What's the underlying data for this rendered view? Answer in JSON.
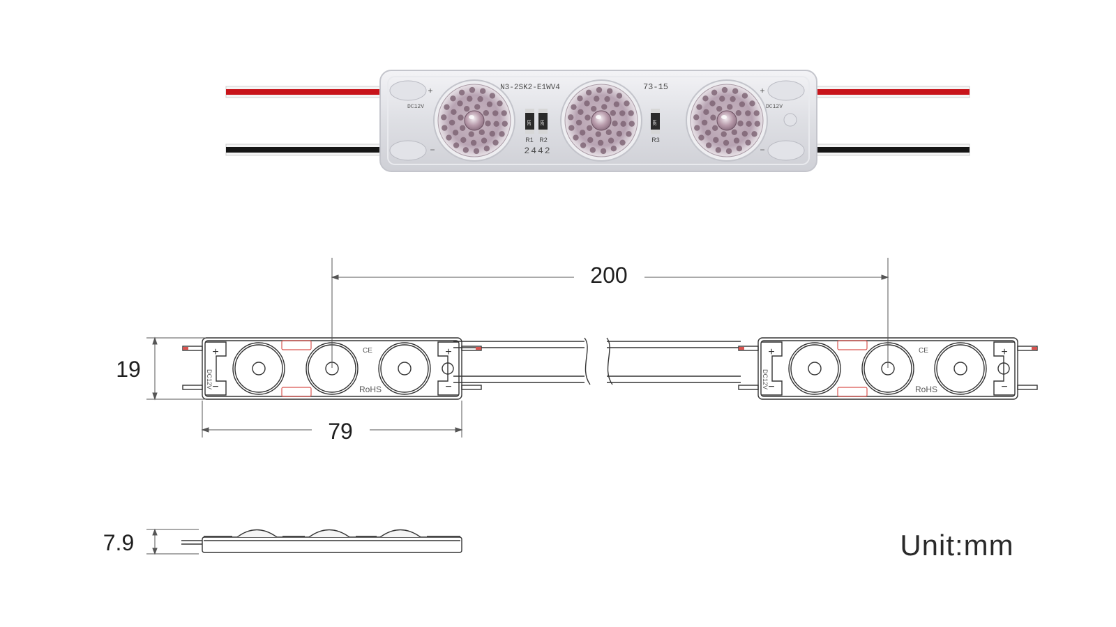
{
  "photo": {
    "part_code": "N3-2SK2-E1WV4",
    "batch_code": "73-15",
    "date_code": "2442",
    "dc_label": "DC12V",
    "resistors": [
      "R1",
      "R2",
      "R3"
    ],
    "resistor_values": [
      "3R",
      "3R",
      "3R"
    ],
    "wire_colors": {
      "positive": "#c8141a",
      "negative": "#151515"
    }
  },
  "drawing": {
    "dimensions": {
      "pitch": "200",
      "length": "79",
      "width": "19",
      "height": "7.9"
    },
    "plus_symbol": "+",
    "minus_symbol": "−",
    "ce_mark": "CE",
    "rohs_mark": "RoHS",
    "unit_label": "Unit:mm"
  }
}
